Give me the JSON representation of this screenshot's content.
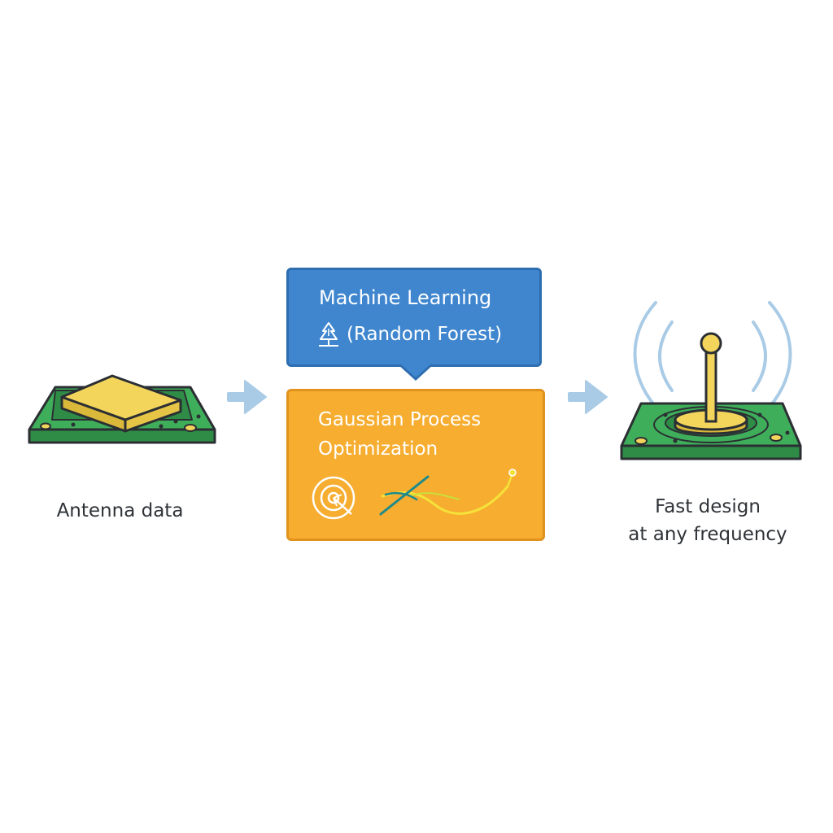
{
  "inputs": {
    "label": "Antenna data",
    "icon": "patch-antenna-icon"
  },
  "models": {
    "ml": {
      "title": "Machine Learning",
      "subtitle": "(Random Forest)",
      "icon": "tree-icon",
      "color": "#3f86cf"
    },
    "gp": {
      "title_line1": "Gaussian Process",
      "title_line2": "Optimization",
      "icons": [
        "target-icon",
        "curve-icon"
      ],
      "color": "#f6ad30"
    }
  },
  "output": {
    "label_line1": "Fast design",
    "label_line2": "at any frequency",
    "icon": "radiating-antenna-icon"
  },
  "colors": {
    "board_green": "#3fae5a",
    "patch_yellow": "#f4d55c",
    "arrow": "#a9cbe6",
    "wave": "#a9cbe6"
  }
}
